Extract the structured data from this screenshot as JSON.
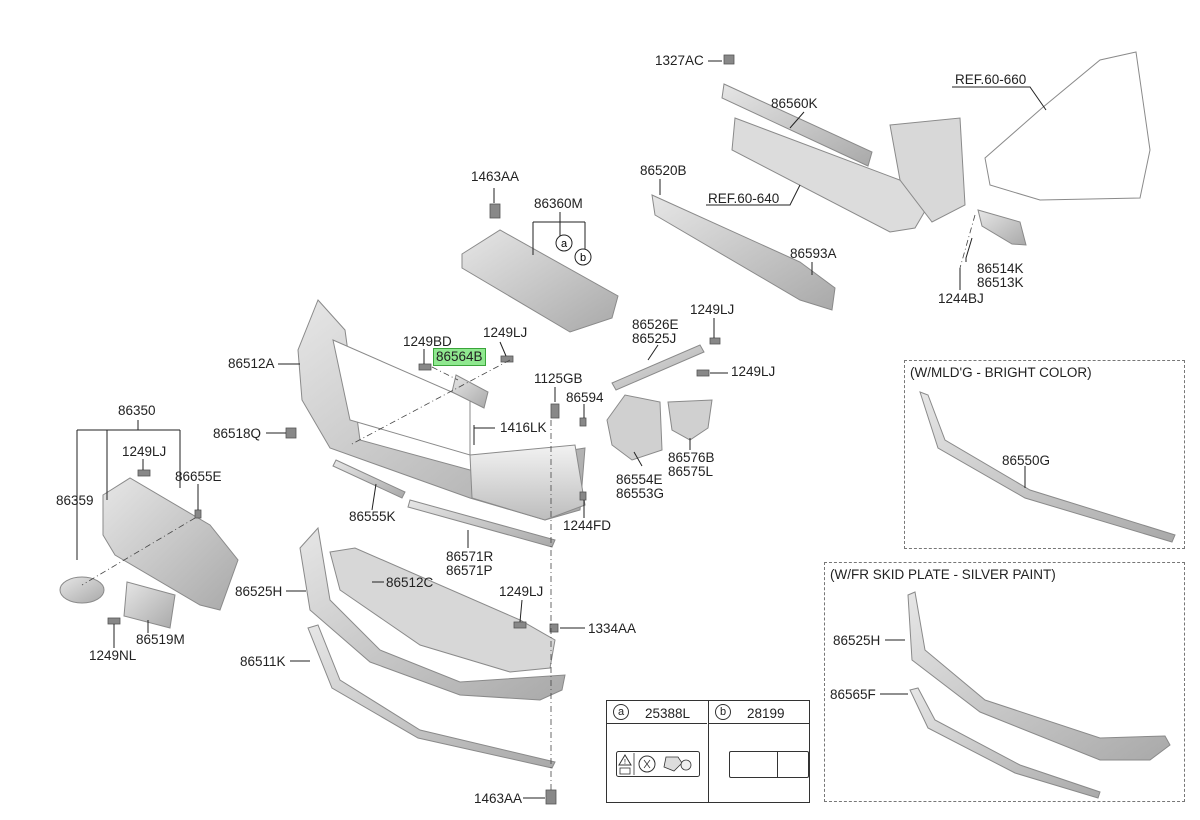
{
  "parts": {
    "p1327AC": "1327AC",
    "ref_60_660": "REF.60-660",
    "p86560K": "86560K",
    "p1463AA_top": "1463AA",
    "p86360M": "86360M",
    "p86520B": "86520B",
    "ref_60_640": "REF.60-640",
    "p86593A": "86593A",
    "p86514K": "86514K",
    "p86513K": "86513K",
    "p1244BJ": "1244BJ",
    "p86512A": "86512A",
    "p1249BD": "1249BD",
    "p86564B": "86564B",
    "p1249LJ_a": "1249LJ",
    "p86526E": "86526E",
    "p86525J": "86525J",
    "p1249LJ_b": "1249LJ",
    "p1249LJ_c": "1249LJ",
    "p1125GB": "1125GB",
    "p86594": "86594",
    "p86518Q": "86518Q",
    "p1416LK": "1416LK",
    "p86350": "86350",
    "p1249LJ_d": "1249LJ",
    "p86655E": "86655E",
    "p86359": "86359",
    "p86554E": "86554E",
    "p86553G": "86553G",
    "p86576B": "86576B",
    "p86575L": "86575L",
    "p86555K": "86555K",
    "p1244FD": "1244FD",
    "p86571R": "86571R",
    "p86571P": "86571P",
    "p86525H": "86525H",
    "p86512C": "86512C",
    "p1249LJ_e": "1249LJ",
    "p86519M": "86519M",
    "p1249NL": "1249NL",
    "p1334AA": "1334AA",
    "p86511K": "86511K",
    "p1463AA_bottom": "1463AA"
  },
  "callouts": {
    "a": "a",
    "b": "b"
  },
  "insets": {
    "mldg": {
      "title": "(W/MLD'G - BRIGHT COLOR)",
      "part": "86550G"
    },
    "skid": {
      "title": "(W/FR SKID PLATE - SILVER PAINT)",
      "part_a": "86525H",
      "part_b": "86565F"
    }
  },
  "legend": {
    "a": {
      "marker": "a",
      "code": "25388L",
      "icon": "warning-label-icon"
    },
    "b": {
      "marker": "b",
      "code": "28199",
      "icon": "blank-label-icon"
    }
  },
  "colors": {
    "highlight": "#8fe88f",
    "part_fill": "#c9c9c9",
    "part_stroke": "#8a8a8a",
    "line": "#222222"
  }
}
